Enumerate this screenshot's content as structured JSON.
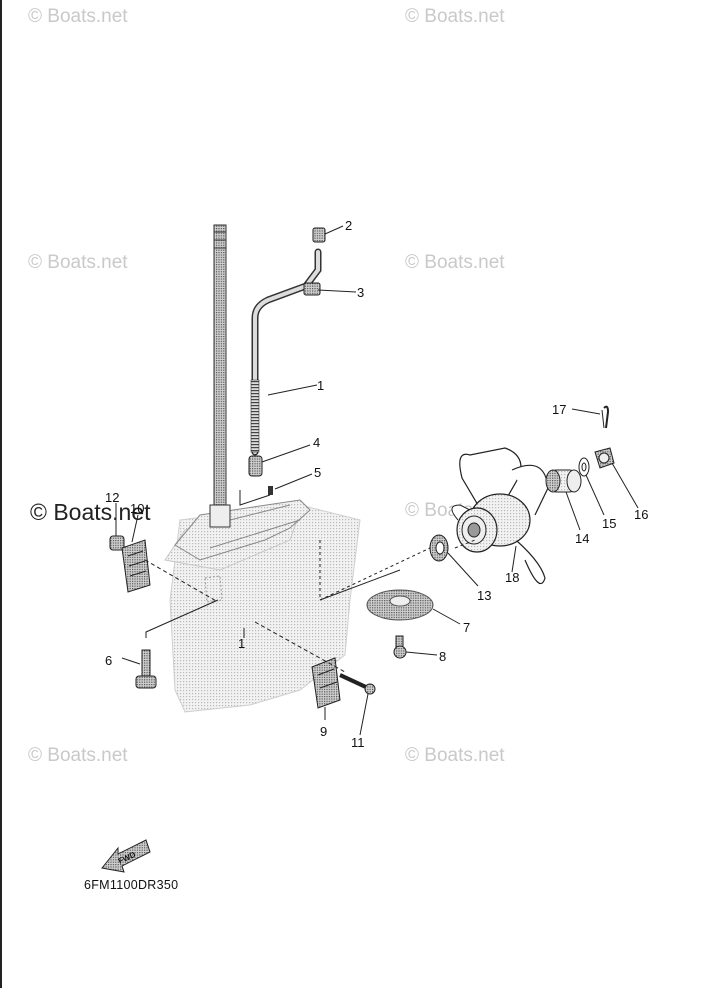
{
  "watermarks": [
    "© Boats.net",
    "© Boats.net",
    "© Boats.net",
    "© Boats.net",
    "© Boats.net",
    "© Boats.net",
    "© Boats.net",
    "© Boats.net"
  ],
  "prominent_watermark": "© Boats.net",
  "diagram_code": "6FM1100DR350",
  "fwd_label": "FWD",
  "callouts": [
    "1",
    "2",
    "3",
    "4",
    "5",
    "6",
    "7",
    "8",
    "9",
    "10",
    "11",
    "12",
    "13",
    "14",
    "15",
    "16",
    "17",
    "18",
    "1"
  ],
  "colors": {
    "ink": "#1a1a1a",
    "watermark": "#c9c9c9",
    "housing_fill": "#e6e6e6"
  }
}
